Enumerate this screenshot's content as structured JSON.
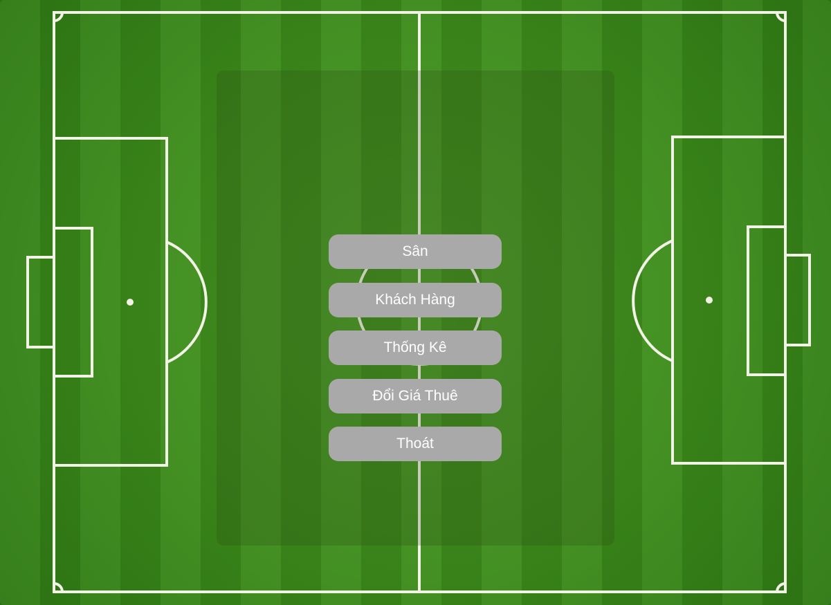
{
  "menu": {
    "items": [
      {
        "label": "Sân"
      },
      {
        "label": "Khách Hàng"
      },
      {
        "label": "Thống Kê"
      },
      {
        "label": "Đổi Giá Thuê"
      },
      {
        "label": "Thoát"
      }
    ]
  },
  "colors": {
    "button_background": "#a9a9a9",
    "button_text": "#ffffff",
    "field_line": "#f2f2e6",
    "grass": "#3f8f1e"
  }
}
